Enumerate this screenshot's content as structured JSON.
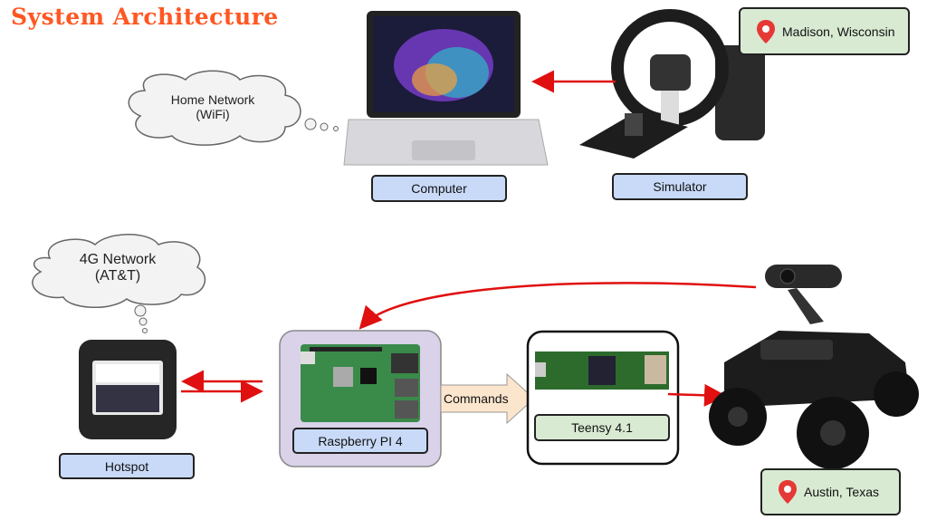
{
  "title": "System Architecture",
  "clouds": {
    "home": {
      "line1": "Home Network",
      "line2": "(WiFi)"
    },
    "cellular": {
      "line1": "4G Network",
      "line2": "(AT&T)"
    }
  },
  "labels": {
    "computer": "Computer",
    "simulator": "Simulator",
    "hotspot": "Hotspot",
    "raspberry": "Raspberry PI 4",
    "teensy": "Teensy 4.1",
    "commands": "Commands"
  },
  "locations": {
    "madison": "Madison, Wisconsin",
    "austin": "Austin, Texas"
  },
  "icons": {
    "location": "map-pin-icon"
  },
  "colors": {
    "title": "#ff5722",
    "arrow": "#e01010",
    "label_blue": "#c9daf8",
    "label_green": "#d9ead3",
    "pi_box": "#d9d2e9",
    "commands_arrow": "#fce5cd"
  }
}
